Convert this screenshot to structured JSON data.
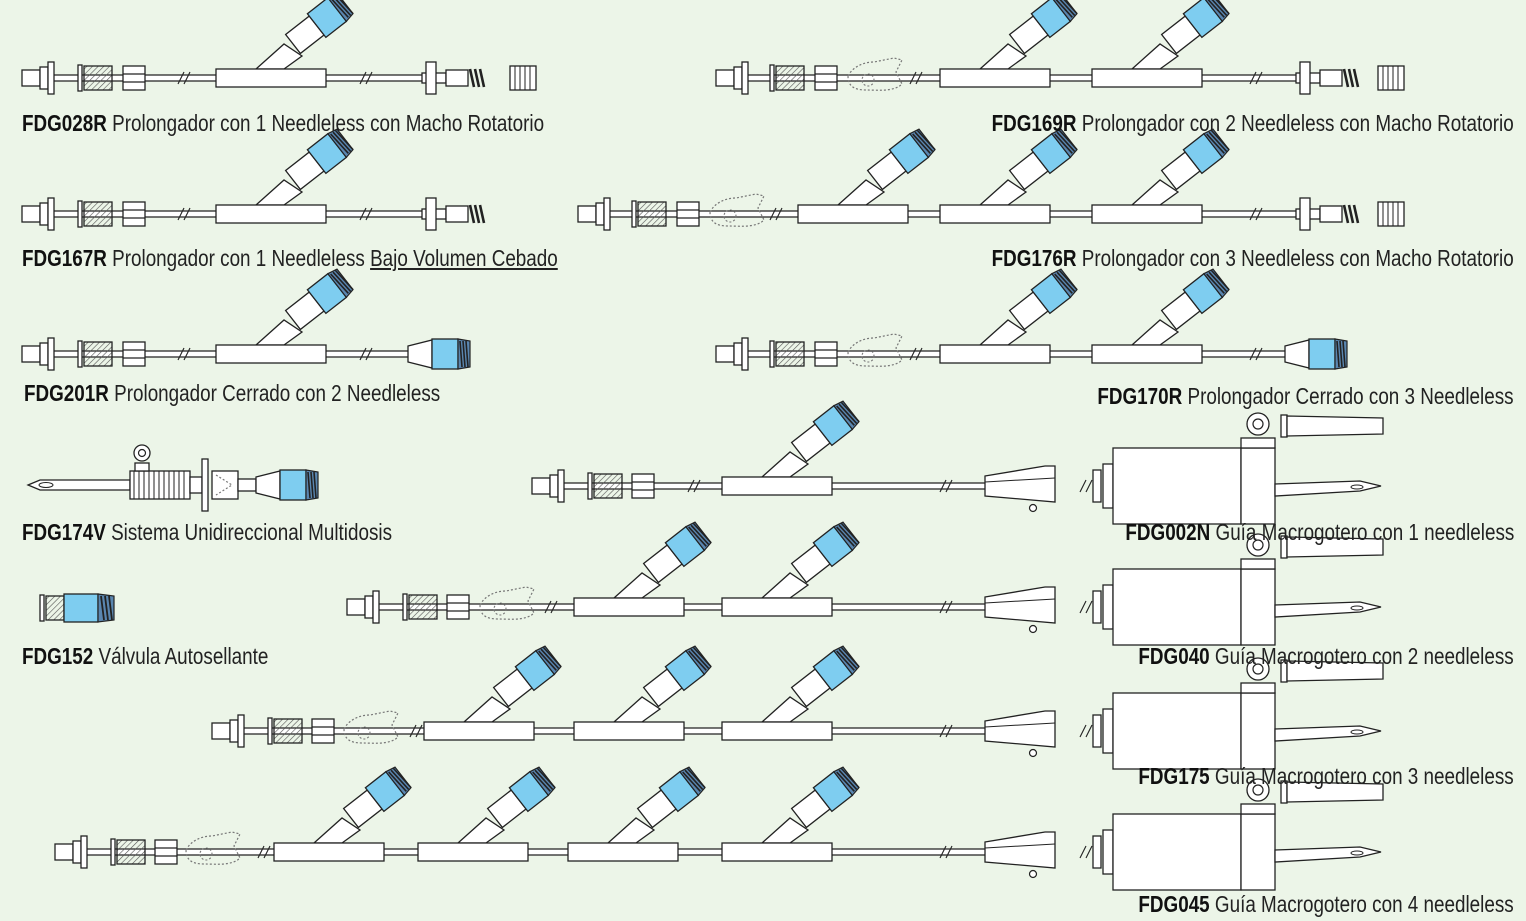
{
  "colors": {
    "background": "#ecf5e8",
    "valve_blue": "#7ecdf0",
    "outline": "#222222",
    "dotted_clamp": "#777777"
  },
  "products": [
    {
      "code": "FDG028R",
      "description": "Prolongador con 1 Needleless con Macho Rotatorio",
      "underlined": ""
    },
    {
      "code": "FDG167R",
      "description": "Prolongador con 1 Needleless ",
      "underlined": "Bajo Volumen Cebado"
    },
    {
      "code": "FDG201R",
      "description": "Prolongador Cerrado con 2 Needleless",
      "underlined": ""
    },
    {
      "code": "FDG174V",
      "description": "Sistema Unidireccional Multidosis",
      "underlined": ""
    },
    {
      "code": "FDG152",
      "description": "Válvula Autosellante",
      "underlined": ""
    },
    {
      "code": "FDG169R",
      "description": "Prolongador con 2 Needleless con Macho Rotatorio",
      "underlined": ""
    },
    {
      "code": "FDG176R",
      "description": "Prolongador con 3 Needleless con Macho Rotatorio",
      "underlined": ""
    },
    {
      "code": "FDG170R",
      "description": "Prolongador Cerrado con 3 Needleless",
      "underlined": ""
    },
    {
      "code": "FDG002N",
      "description": "Guía Macrogotero con 1 needleless",
      "underlined": ""
    },
    {
      "code": "FDG040",
      "description": "Guía Macrogotero con 2 needleless",
      "underlined": ""
    },
    {
      "code": "FDG175",
      "description": "Guía Macrogotero con 3 needleless",
      "underlined": ""
    },
    {
      "code": "FDG045",
      "description": "Guía Macrogotero con 4 needleless",
      "underlined": ""
    }
  ]
}
